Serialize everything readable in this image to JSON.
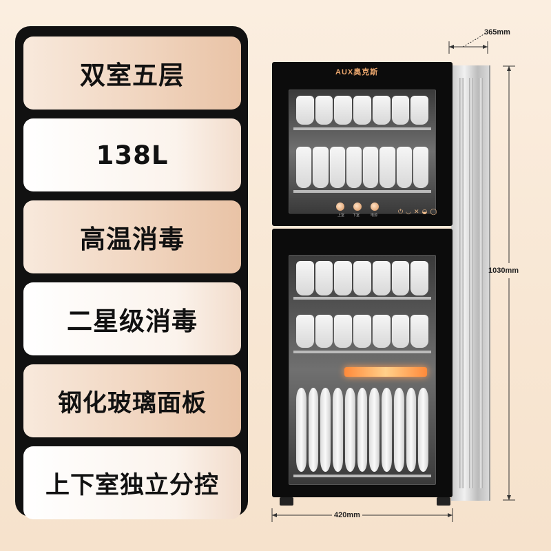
{
  "features": [
    {
      "label": "双室五层"
    },
    {
      "label": "138L"
    },
    {
      "label": "高温消毒"
    },
    {
      "label": "二星级消毒"
    },
    {
      "label": "钢化玻璃面板"
    },
    {
      "label": "上下室独立分控"
    }
  ],
  "product": {
    "brand_logo": "AUX奥克斯",
    "control_labels": [
      "上室",
      "下室",
      "电源"
    ],
    "control_icons": [
      "power-icon",
      "cup-icon",
      "fork-knife-icon",
      "bowl-icon",
      "plate-icon"
    ]
  },
  "dimensions": {
    "depth": "365mm",
    "height": "1030mm",
    "width": "420mm"
  },
  "colors": {
    "panel_bg": "#111111",
    "accent": "#e9a56c",
    "page_bg": "#f8e7d4"
  }
}
